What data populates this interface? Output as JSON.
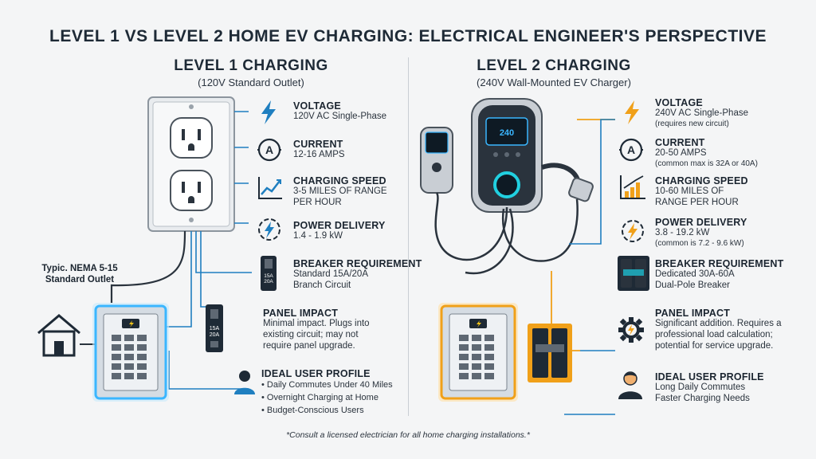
{
  "title": "LEVEL 1 VS LEVEL 2 HOME EV CHARGING: ELECTRICAL ENGINEER'S PERSPECTIVE",
  "level1": {
    "title": "LEVEL 1 CHARGING",
    "subtitle": "(120V Standard Outlet)",
    "outlet_label_line1": "Typic. NEMA 5-15",
    "outlet_label_line2": "Standard Outlet",
    "breaker_text_1": "15A",
    "breaker_text_2": "20A",
    "features": {
      "voltage": {
        "head": "VOLTAGE",
        "body": "120V AC Single-Phase"
      },
      "current": {
        "head": "CURRENT",
        "body": "12-16 AMPS"
      },
      "speed": {
        "head": "CHARGING SPEED",
        "body1": "3-5 MILES OF RANGE",
        "body2": "PER HOUR"
      },
      "power": {
        "head": "POWER DELIVERY",
        "body": "1.4 - 1.9 kW"
      },
      "breaker": {
        "head": "BREAKER REQUIREMENT",
        "body1": "Standard 15A/20A",
        "body2": "Branch Circuit"
      },
      "panel": {
        "head": "PANEL IMPACT",
        "body1": "Minimal impact. Plugs into",
        "body2": "existing circuit; may not",
        "body3": "require panel upgrade."
      },
      "user": {
        "head": "IDEAL USER PROFILE",
        "items": [
          "Daily Commutes Under 40 Miles",
          "Overnight Charging at Home",
          "Budget-Conscious Users"
        ]
      }
    }
  },
  "level2": {
    "title": "LEVEL 2 CHARGING",
    "subtitle": "(240V Wall-Mounted EV Charger)",
    "charger_display": "240",
    "features": {
      "voltage": {
        "head": "VOLTAGE",
        "body": "240V AC Single-Phase",
        "note": "(requires new circuit)"
      },
      "current": {
        "head": "CURRENT",
        "body": "20-50 AMPS",
        "note": "(common max is 32A or 40A)"
      },
      "speed": {
        "head": "CHARGING SPEED",
        "body1": "10-60 MILES OF",
        "body2": "RANGE PER HOUR"
      },
      "power": {
        "head": "POWER DELIVERY",
        "body": "3.8 - 19.2 kW",
        "note": "(common is 7.2 - 9.6 kW)"
      },
      "breaker": {
        "head": "BREAKER REQUIREMENT",
        "body1": "Dedicated 30A-60A",
        "body2": "Dual-Pole Breaker"
      },
      "panel": {
        "head": "PANEL IMPACT",
        "body1": "Significant addition. Requires a",
        "body2": "professional load calculation;",
        "body3": "potential for service upgrade."
      },
      "user": {
        "head": "IDEAL USER PROFILE",
        "body1": "Long Daily Commutes",
        "body2": "Faster Charging Needs"
      }
    }
  },
  "footer": "*Consult a licensed electrician for all home charging installations.*",
  "colors": {
    "blue": "#1f7fc0",
    "orange": "#f0a019",
    "navy": "#1e2a36",
    "glow": "#3ab6ff"
  }
}
